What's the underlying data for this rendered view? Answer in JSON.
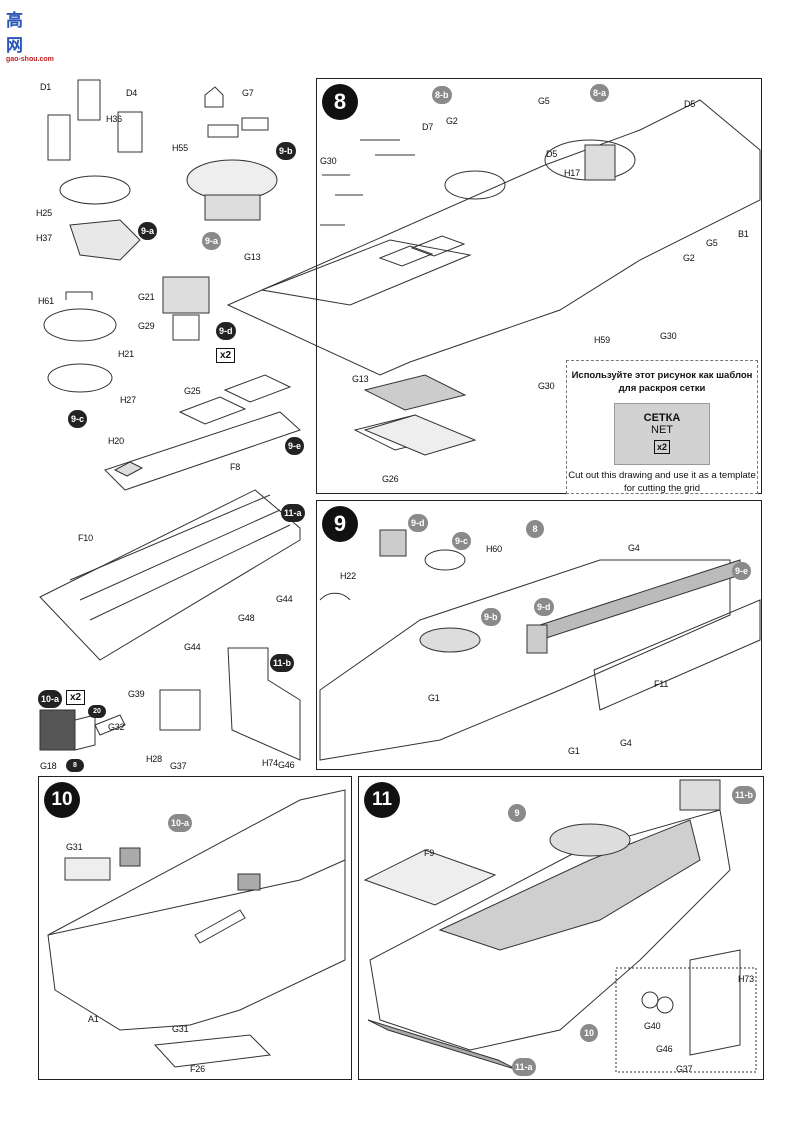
{
  "logo": {
    "chars": "高 网",
    "url_text": "gao-shou.com"
  },
  "loose_parts": {
    "labels": [
      "D1",
      "D4",
      "H36",
      "H25",
      "H37",
      "G7",
      "H55",
      "H61",
      "G21",
      "G29",
      "H21",
      "H27",
      "G25",
      "H20",
      "F8",
      "F10",
      "G48",
      "G44",
      "G44",
      "G39",
      "G32",
      "H28",
      "G37",
      "H74",
      "G46",
      "G18"
    ],
    "badges": [
      "9-a",
      "9-b",
      "9-a",
      "9-d",
      "9-c",
      "9-e",
      "11-a",
      "11-b",
      "10-a",
      "20",
      "8"
    ],
    "multipliers": [
      "x2",
      "x2"
    ]
  },
  "step8": {
    "number": "8",
    "badges": [
      "8-b",
      "8-a"
    ],
    "labels": [
      "G5",
      "D5",
      "G2",
      "D7",
      "G30",
      "D5",
      "H17",
      "B1",
      "G5",
      "G2",
      "G13",
      "G13",
      "H59",
      "G30",
      "G30",
      "G26"
    ],
    "template": {
      "heading_ru": "Используйте этот рисунок как шаблон для раскроя сетки",
      "net_ru": "СЕТКА",
      "net_en": "NET",
      "multiplier": "x2",
      "caption_en": "Cut out this drawing and use it as a template for cutting the grid"
    }
  },
  "step9": {
    "number": "9",
    "badges": [
      "9-d",
      "9-c",
      "8",
      "9-e",
      "9-b",
      "9-d"
    ],
    "labels": [
      "H60",
      "G4",
      "H22",
      "G1",
      "G1",
      "G4",
      "F11"
    ]
  },
  "step10": {
    "number": "10",
    "badges": [
      "10-a"
    ],
    "labels": [
      "G31",
      "A1",
      "G31",
      "F26"
    ]
  },
  "step11": {
    "number": "11",
    "badges": [
      "11-b",
      "9",
      "10",
      "11-a"
    ],
    "labels": [
      "F9",
      "H73",
      "G40",
      "G46",
      "G37"
    ]
  },
  "colors": {
    "badge_dark": "#222222",
    "badge_grey": "#8a8a8a",
    "net_fill": "#d2d2d2"
  }
}
